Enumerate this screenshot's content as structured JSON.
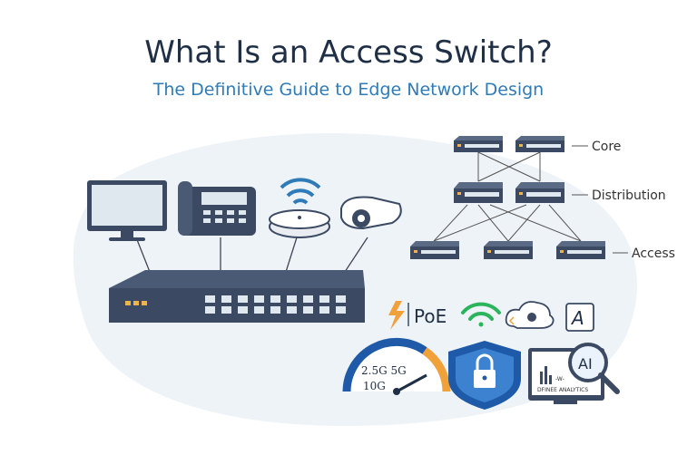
{
  "title": "What Is an Access Switch?",
  "subtitle": "The Definitive Guide to Edge Network Design",
  "hierarchy": {
    "core_label": "Core",
    "distribution_label": "Distribution",
    "access_label": "Access"
  },
  "features": {
    "poe_label": "PoE",
    "ai_box_label": "A",
    "speed_labels": [
      "2.5G 5G",
      "10G"
    ],
    "ai_label": "AI",
    "monitor_caption": "DFINEE ANALYTICS",
    "monitor_graph_text": "-W-"
  },
  "colors": {
    "accent_blue": "#2f7bb8",
    "title_dark": "#1f2f45",
    "switch_body": "#3b4a62",
    "port_amber": "#f0b24a",
    "poe_orange": "#f0a13a",
    "wifi_green": "#2ab55c",
    "shield_blue": "#1e5aa8"
  }
}
